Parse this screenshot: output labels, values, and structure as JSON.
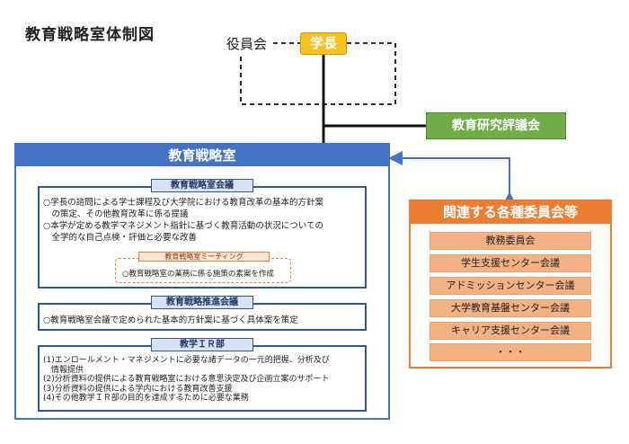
{
  "title": "教育戦略室体制図",
  "president": "学長",
  "board": "役員会",
  "council": "教育研究評議会",
  "office": {
    "title": "教育戦略室",
    "strategy_meeting": {
      "title": "教育戦略室会議",
      "items": [
        "○学長の諮問による学士課程及び大学院における教育改革の基本的方針案",
        "　の策定、その他教育改革に係る提議",
        "○本学が定める教学マネジメント指針に基づく教育活動の状況についての",
        "　全学的な自己点検・評価と必要な改善"
      ],
      "sub_meeting": {
        "title": "教育戦略室ミーティング",
        "item": "○教育戦略室の業務に係る施策の素案を作成"
      }
    },
    "promotion_meeting": {
      "title": "教育戦略推進会議",
      "item": "○教育戦略室会議で定められた基本的方針案に基づく具体案を策定"
    },
    "ir": {
      "title": "教学ＩＲ部",
      "items": [
        "(1)エンロールメント・マネジメントに必要な諸データの一元的把握、分析及び",
        "　情報提供",
        "(2)分析資料の提供による教育戦略室における意思決定及び企画立案のサポート",
        "(3)分析資料の提供による学内における教育改善支援",
        "(4)その他教学ＩＲ部の目的を達成するために必要な業務"
      ]
    }
  },
  "committees": {
    "title": "関連する各種委員会等",
    "items": [
      "教務委員会",
      "学生支援センター会議",
      "アドミッションセンター会議",
      "大学教育基盤センター会議",
      "キャリア支援センター会議",
      "・・・"
    ]
  },
  "colors": {
    "president": "#f7c21f",
    "council": "#70ad47",
    "office": "#4472c4",
    "committees": "#ed7d31",
    "committee_item": "#f4b183"
  }
}
